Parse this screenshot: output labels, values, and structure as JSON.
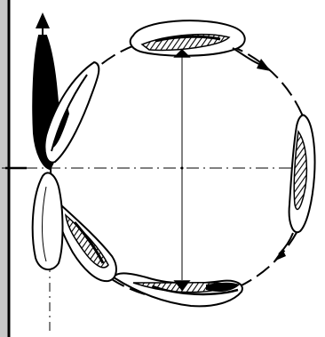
{
  "diagram": {
    "colors": {
      "ink": "#000000",
      "paper": "#ffffff",
      "wall": "#c8c8c8"
    },
    "parts": [
      {
        "name": "wall-strip",
        "kind": "wall"
      },
      {
        "name": "centre-axis-horizontal",
        "kind": "axis"
      },
      {
        "name": "centre-axis-vertical",
        "kind": "axis"
      },
      {
        "name": "circular-path",
        "kind": "path"
      },
      {
        "name": "blade-rising-left",
        "kind": "blade",
        "shading": "solid"
      },
      {
        "name": "blade-top",
        "kind": "blade",
        "shading": "hatched"
      },
      {
        "name": "blade-right",
        "kind": "blade",
        "shading": "hatched"
      },
      {
        "name": "blade-bottom",
        "kind": "blade",
        "shading": "hatched"
      },
      {
        "name": "blade-lower-left",
        "kind": "blade",
        "shading": "hatched"
      },
      {
        "name": "blade-at-wall",
        "kind": "blade",
        "shading": "plain"
      }
    ],
    "arrows": [
      "arrow-up",
      "arrow-top-down",
      "arrow-top-right",
      "arrow-right-lower",
      "arrow-bottom-up"
    ]
  }
}
